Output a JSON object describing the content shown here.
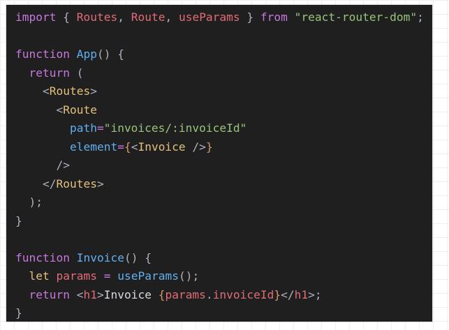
{
  "code_lines": [
    [
      [
        "kw",
        "import"
      ],
      [
        "pun",
        " { "
      ],
      [
        "var",
        "Routes"
      ],
      [
        "pun",
        ", "
      ],
      [
        "var",
        "Route"
      ],
      [
        "pun",
        ", "
      ],
      [
        "var",
        "useParams"
      ],
      [
        "pun",
        " } "
      ],
      [
        "kw",
        "from"
      ],
      [
        "pun",
        " "
      ],
      [
        "str",
        "\"react-router-dom\""
      ],
      [
        "pun",
        ";"
      ]
    ],
    [],
    [
      [
        "kw",
        "function"
      ],
      [
        "pun",
        " "
      ],
      [
        "fn",
        "App"
      ],
      [
        "pun",
        "() {"
      ]
    ],
    [
      [
        "pun",
        "  "
      ],
      [
        "kw",
        "return"
      ],
      [
        "pun",
        " ("
      ]
    ],
    [
      [
        "pun",
        "    <"
      ],
      [
        "tag",
        "Routes"
      ],
      [
        "pun",
        ">"
      ]
    ],
    [
      [
        "pun",
        "      <"
      ],
      [
        "tag",
        "Route"
      ]
    ],
    [
      [
        "pun",
        "        "
      ],
      [
        "attr",
        "path"
      ],
      [
        "op",
        "="
      ],
      [
        "str",
        "\"invoices/:invoiceId\""
      ]
    ],
    [
      [
        "pun",
        "        "
      ],
      [
        "attr",
        "element"
      ],
      [
        "op",
        "="
      ],
      [
        "br",
        "{"
      ],
      [
        "pun",
        "<"
      ],
      [
        "tag",
        "Invoice"
      ],
      [
        "pun",
        " />"
      ],
      [
        "br",
        "}"
      ]
    ],
    [
      [
        "pun",
        "      />"
      ]
    ],
    [
      [
        "pun",
        "    </"
      ],
      [
        "tag",
        "Routes"
      ],
      [
        "pun",
        ">"
      ]
    ],
    [
      [
        "pun",
        "  );"
      ]
    ],
    [
      [
        "pun",
        "}"
      ]
    ],
    [],
    [
      [
        "kw",
        "function"
      ],
      [
        "pun",
        " "
      ],
      [
        "fn",
        "Invoice"
      ],
      [
        "pun",
        "() {"
      ]
    ],
    [
      [
        "pun",
        "  "
      ],
      [
        "tag",
        "let"
      ],
      [
        "pun",
        " "
      ],
      [
        "var",
        "params"
      ],
      [
        "pun",
        " "
      ],
      [
        "op",
        "="
      ],
      [
        "pun",
        " "
      ],
      [
        "fn",
        "useParams"
      ],
      [
        "pun",
        "();"
      ]
    ],
    [
      [
        "pun",
        "  "
      ],
      [
        "kw",
        "return"
      ],
      [
        "pun",
        " <"
      ],
      [
        "var",
        "h1"
      ],
      [
        "pun",
        ">"
      ],
      [
        "txt",
        "Invoice "
      ],
      [
        "br",
        "{"
      ],
      [
        "var",
        "params"
      ],
      [
        "pun",
        "."
      ],
      [
        "var",
        "invoiceId"
      ],
      [
        "br",
        "}"
      ],
      [
        "pun",
        "</"
      ],
      [
        "var",
        "h1"
      ],
      [
        "pun",
        ">;"
      ]
    ],
    [
      [
        "pun",
        "}"
      ]
    ]
  ]
}
